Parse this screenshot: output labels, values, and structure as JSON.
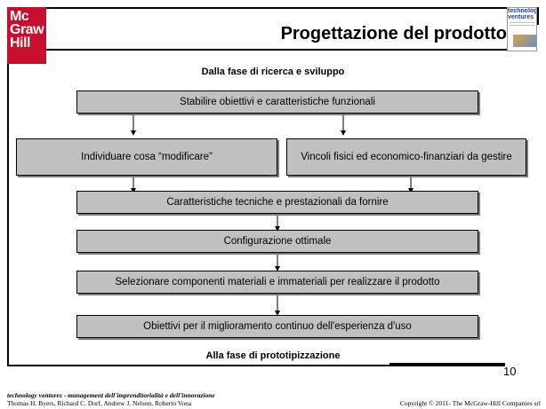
{
  "slide": {
    "title": "Progettazione del prodotto",
    "page_number": "10"
  },
  "logo": {
    "line1": "Mc",
    "line2": "Graw",
    "line3": "Hill"
  },
  "book_cover": {
    "line1": "technology",
    "line2": "ventures"
  },
  "diagram": {
    "top_caption": "Dalla fase di ricerca e sviluppo",
    "bottom_caption": "Alla fase di prototipizzazione",
    "boxes": {
      "objectives": "Stabilire obiettivi e caratteristiche funzionali",
      "modify": "Individuare cosa “modificare”",
      "constraints": "Vincoli fisici ed economico-finanziari da gestire",
      "technical": "Caratteristiche tecniche e prestazionali da fornire",
      "configuration": "Configurazione ottimale",
      "components": "Selezionare componenti materiali e immateriali per realizzare il prodotto",
      "improvement": "Obiettivi per il miglioramento continuo dell'esperienza d'uso"
    }
  },
  "footer": {
    "book_title": "technology ventures - management dell'imprenditorialità e dell'innovazione",
    "authors": "Thomas H. Byers, Richard C. Dorf, Andrew J. Nelson, Roberto Vona",
    "copyright": "Copyright © 2011- The McGraw-Hill Companies srl"
  },
  "colors": {
    "brand_red": "#c8102e",
    "box_fill": "#c0c0c0"
  }
}
